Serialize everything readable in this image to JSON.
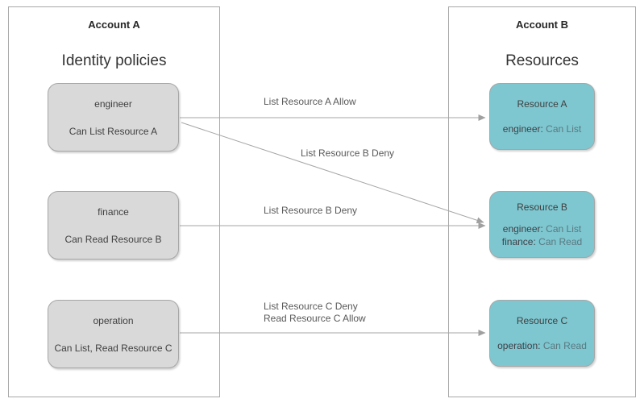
{
  "diagram": {
    "account_a": {
      "title": "Account A",
      "subtitle": "Identity policies",
      "nodes": [
        {
          "title": "engineer",
          "subtitle": "Can List Resource A"
        },
        {
          "title": "finance",
          "subtitle": "Can Read Resource B"
        },
        {
          "title": "operation",
          "subtitle": "Can List, Read Resource C"
        }
      ]
    },
    "account_b": {
      "title": "Account B",
      "subtitle": "Resources",
      "nodes": [
        {
          "title": "Resource A",
          "perms": [
            {
              "role": "engineer:",
              "value": "Can List"
            }
          ]
        },
        {
          "title": "Resource B",
          "perms": [
            {
              "role": "engineer:",
              "value": "Can List"
            },
            {
              "role": "finance:",
              "value": "Can Read"
            }
          ]
        },
        {
          "title": "Resource C",
          "perms": [
            {
              "role": "operation:",
              "value": "Can Read"
            }
          ]
        }
      ]
    },
    "arrow_labels": {
      "a_allow": "List Resource A Allow",
      "b_deny_diagonal": "List Resource B Deny",
      "b_deny": "List Resource B Deny",
      "c_deny": "List Resource C Deny",
      "c_allow": "Read Resource C Allow"
    },
    "colors": {
      "resource_fill": "#7ec7d0",
      "policy_fill": "#d9d9d9",
      "border": "#a6a6a6",
      "arrow": "#a6a6a6"
    }
  }
}
